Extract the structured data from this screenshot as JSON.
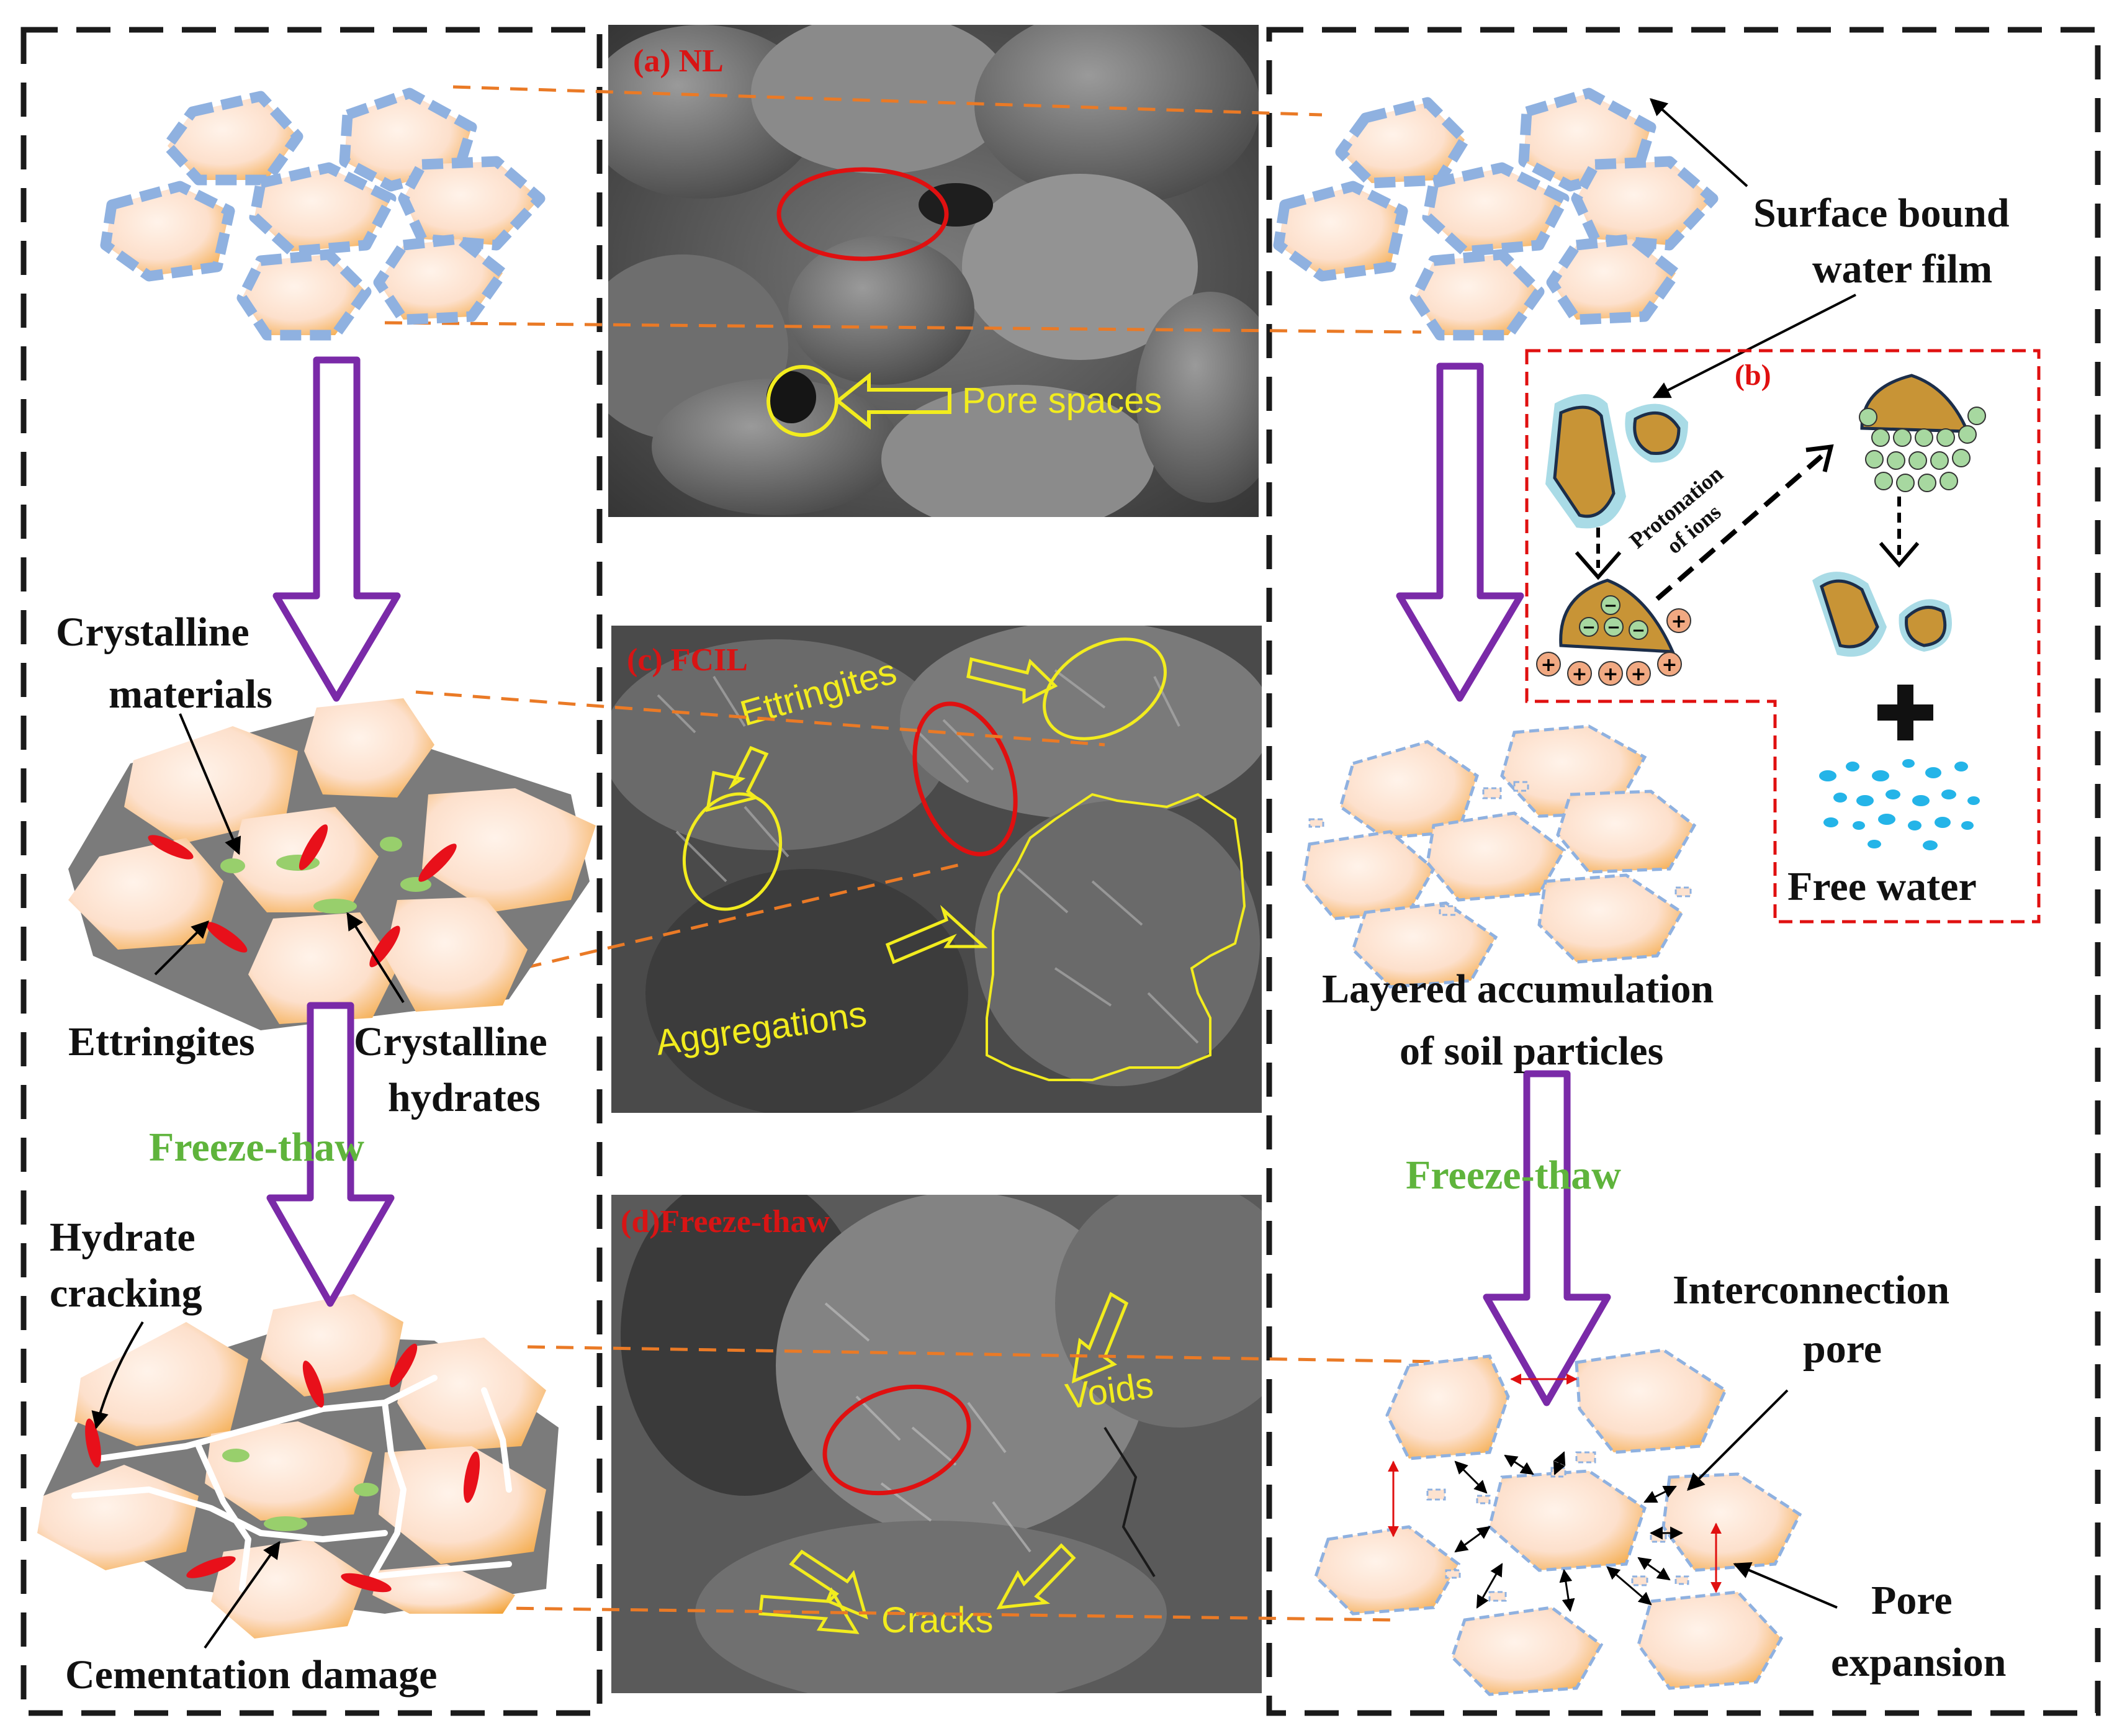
{
  "colors": {
    "frame": "#1a1a1a",
    "leader": "#ea7a26",
    "sem_annotation": "#f2ec1e",
    "sem_highlight": "#e01010",
    "panel_label": "#d81414",
    "freeze_thaw": "#5fb43c",
    "flow_arrow": "#7a2aa8",
    "particle_core": "#fde2cf",
    "particle_edge": "#f4a93a",
    "water_film": "#8fb1e0",
    "ettringite": "#e8101a",
    "hydrate": "#98cf6c",
    "matrix": "#7b7b7b",
    "soil_grain": "#c89436",
    "cation": "#f1a982",
    "anion": "#a7d8a0",
    "free_water": "#24b4e8"
  },
  "sem_panels": {
    "a": {
      "label": "(a) NL",
      "annotation": "Pore spaces"
    },
    "c": {
      "label": "(c) FCIL",
      "annotation_1": "Ettringites",
      "annotation_2": "Aggregations"
    },
    "d": {
      "label": "(d)Freeze-thaw",
      "annotation_1": "Voids",
      "annotation_2": "Cracks"
    }
  },
  "left_column": {
    "crystalline_materials": [
      "Crystalline",
      "materials"
    ],
    "ettringites": "Ettringites",
    "crystalline_hydrates": [
      "Crystalline",
      "hydrates"
    ],
    "freeze_thaw": "Freeze-thaw",
    "hydrate_cracking": [
      "Hydrate",
      "cracking"
    ],
    "cementation_damage": "Cementation damage"
  },
  "right_column": {
    "surface_bound_water_film": [
      "Surface bound",
      "water film"
    ],
    "panel_b_label": "(b)",
    "protonation": [
      "Protonation",
      "of  ions"
    ],
    "free_water": "Free water",
    "layered_accumulation": [
      "Layered accumulation",
      "of soil particles"
    ],
    "freeze_thaw": "Freeze-thaw",
    "interconnection_pore": [
      "Interconnection",
      "pore"
    ],
    "pore_expansion": [
      "Pore",
      "expansion"
    ],
    "ion_plus": "+",
    "ion_minus": "−"
  },
  "icons": {
    "flow": "hollow-down-arrow-icon",
    "sem": "sem-micrograph-icon",
    "pointer": "block-arrow-icon"
  }
}
